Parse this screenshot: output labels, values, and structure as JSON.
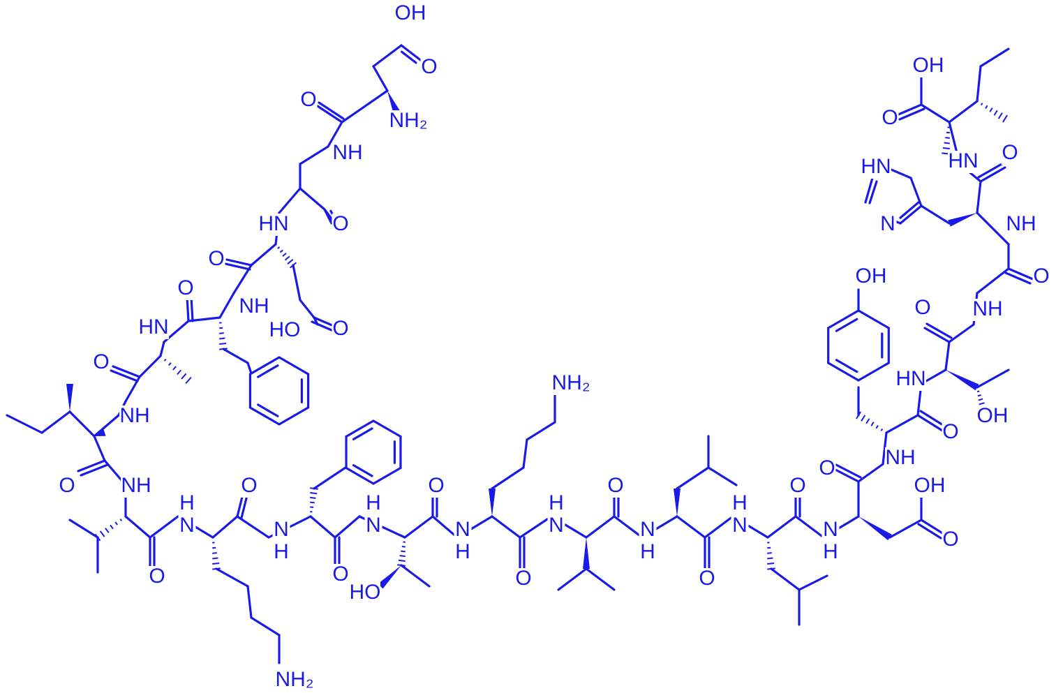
{
  "structure": {
    "type": "peptide skeletal formula",
    "color": "#1a1ae6",
    "background": "#ffffff"
  },
  "labels": {
    "oh": "OH",
    "o": "O",
    "nh": "NH",
    "hn": "HN",
    "n": "N",
    "h": "H",
    "ho": "HO",
    "nh2": "NH₂"
  }
}
